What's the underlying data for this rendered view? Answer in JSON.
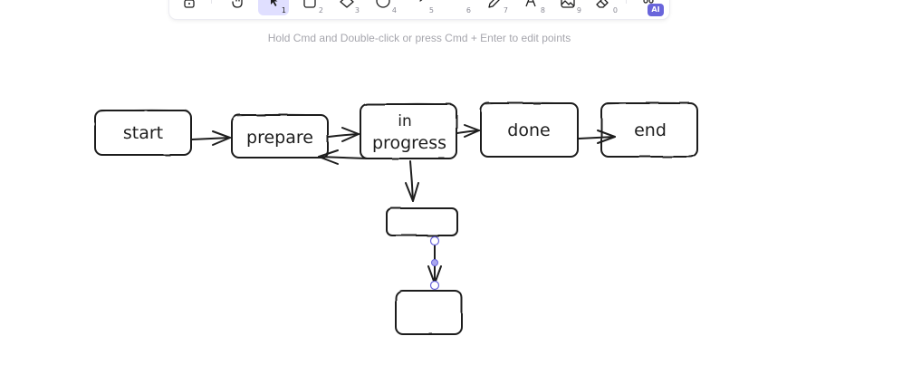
{
  "toolbar": {
    "tools": [
      {
        "name": "lock-icon",
        "key": "",
        "active": false
      },
      {
        "name": "hand-icon",
        "key": "",
        "active": false
      },
      {
        "name": "selection-icon",
        "key": "1",
        "active": true
      },
      {
        "name": "rectangle-icon",
        "key": "2",
        "active": false
      },
      {
        "name": "diamond-icon",
        "key": "3",
        "active": false
      },
      {
        "name": "ellipse-icon",
        "key": "4",
        "active": false
      },
      {
        "name": "arrow-icon",
        "key": "5",
        "active": false
      },
      {
        "name": "line-icon",
        "key": "6",
        "active": false
      },
      {
        "name": "pencil-icon",
        "key": "7",
        "active": false
      },
      {
        "name": "text-icon",
        "key": "8",
        "active": false
      },
      {
        "name": "image-icon",
        "key": "9",
        "active": false
      },
      {
        "name": "eraser-icon",
        "key": "0",
        "active": false
      },
      {
        "name": "extra-tools-icon",
        "key": "",
        "active": false
      }
    ],
    "ai_badge": "AI",
    "accent_color": "#6965db",
    "active_bg": "#e0dfff"
  },
  "hint": "Hold Cmd and Double-click or press Cmd + Enter to edit points",
  "diagram": {
    "nodes": [
      {
        "id": "start",
        "lines": [
          "start"
        ]
      },
      {
        "id": "prepare",
        "lines": [
          "prepare"
        ]
      },
      {
        "id": "in-progress",
        "lines": [
          "in",
          "progress"
        ]
      },
      {
        "id": "done",
        "lines": [
          "done"
        ]
      },
      {
        "id": "end",
        "lines": [
          "end"
        ]
      },
      {
        "id": "empty-1",
        "lines": []
      },
      {
        "id": "empty-2",
        "lines": []
      }
    ],
    "stroke_color": "#1e1e1e",
    "selection_color": "#6965db"
  }
}
